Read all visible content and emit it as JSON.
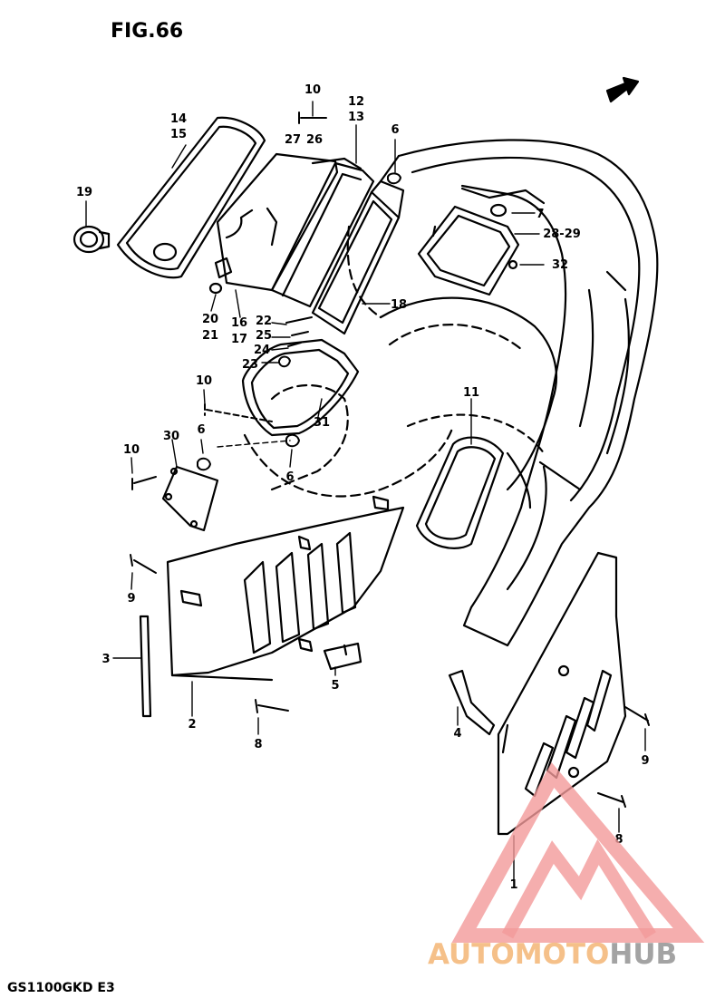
{
  "figure": {
    "title": "FIG.66",
    "model_code": "GS1100GKD  E3"
  },
  "callouts": [
    {
      "id": "c-10a",
      "text": "10"
    },
    {
      "id": "c-12",
      "text": "12"
    },
    {
      "id": "c-13",
      "text": "13"
    },
    {
      "id": "c-14",
      "text": "14"
    },
    {
      "id": "c-15",
      "text": "15"
    },
    {
      "id": "c-27",
      "text": "27"
    },
    {
      "id": "c-26",
      "text": "26"
    },
    {
      "id": "c-6a",
      "text": "6"
    },
    {
      "id": "c-19",
      "text": "19"
    },
    {
      "id": "c-7",
      "text": "7"
    },
    {
      "id": "c-28-29",
      "text": "28-29"
    },
    {
      "id": "c-32",
      "text": "32"
    },
    {
      "id": "c-18",
      "text": "18"
    },
    {
      "id": "c-20",
      "text": "20"
    },
    {
      "id": "c-21",
      "text": "21"
    },
    {
      "id": "c-16",
      "text": "16"
    },
    {
      "id": "c-17",
      "text": "17"
    },
    {
      "id": "c-22",
      "text": "22"
    },
    {
      "id": "c-25",
      "text": "25"
    },
    {
      "id": "c-24",
      "text": "24"
    },
    {
      "id": "c-23",
      "text": "23"
    },
    {
      "id": "c-10b",
      "text": "10"
    },
    {
      "id": "c-11",
      "text": "11"
    },
    {
      "id": "c-31",
      "text": "31"
    },
    {
      "id": "c-30",
      "text": "30"
    },
    {
      "id": "c-6b",
      "text": "6"
    },
    {
      "id": "c-6c",
      "text": "6"
    },
    {
      "id": "c-10c",
      "text": "10"
    },
    {
      "id": "c-9a",
      "text": "9"
    },
    {
      "id": "c-3",
      "text": "3"
    },
    {
      "id": "c-5",
      "text": "5"
    },
    {
      "id": "c-2",
      "text": "2"
    },
    {
      "id": "c-8a",
      "text": "8"
    },
    {
      "id": "c-4",
      "text": "4"
    },
    {
      "id": "c-9b",
      "text": "9"
    },
    {
      "id": "c-8b",
      "text": "8"
    },
    {
      "id": "c-1",
      "text": "1"
    }
  ],
  "watermark": {
    "word_a": "AUTOMOTO",
    "word_b": "HUB",
    "color_a": "#f5c089",
    "color_b": "#a3a3a3",
    "logo_color": "#f29a9a"
  },
  "colors": {
    "ink": "#000000",
    "background": "#ffffff"
  }
}
